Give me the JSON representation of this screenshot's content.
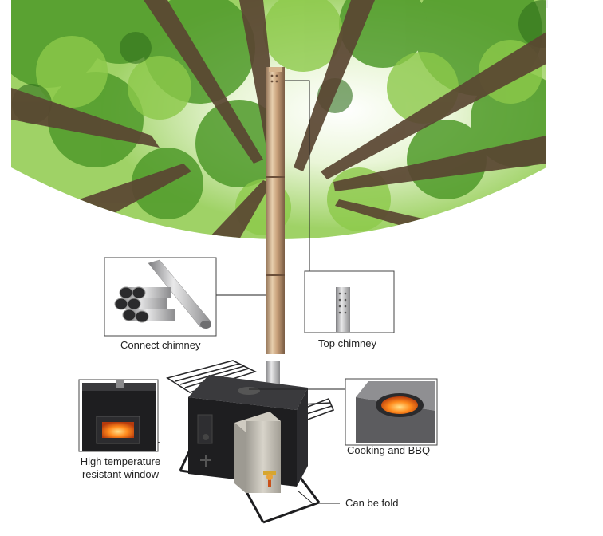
{
  "callouts": {
    "connect_chimney": "Connect chimney",
    "top_chimney": "Top chimney",
    "window_line1": "High temperature",
    "window_line2": "resistant window",
    "cooking": "Cooking and BBQ",
    "fold": "Can be fold"
  },
  "colors": {
    "canopy_green": "#6fb63a",
    "trunk_brown": "#5a4632",
    "chimney_steel": "#c9a27a",
    "stove_black": "#1e1e20",
    "water_tank": "#b7b3a8",
    "leader_line": "#222222",
    "fire": "#ff7a18"
  }
}
